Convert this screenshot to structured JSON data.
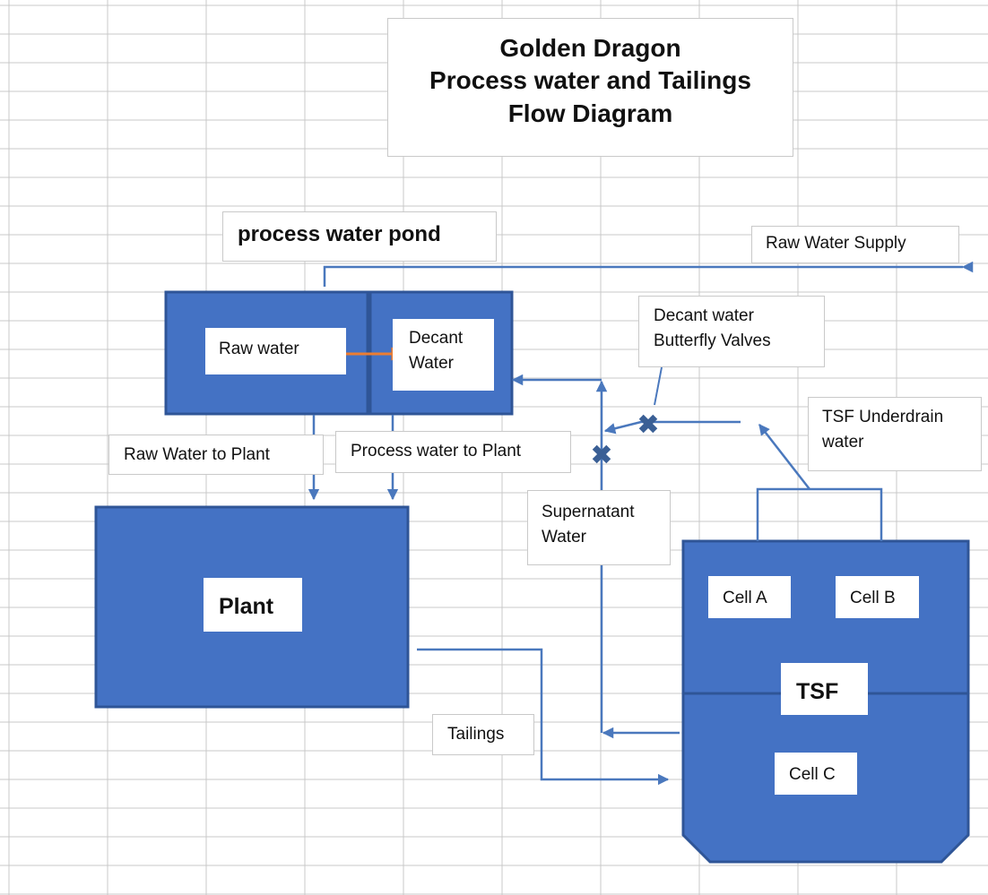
{
  "title": {
    "line1": "Golden Dragon",
    "line2": "Process water and Tailings",
    "line3": "Flow Diagram"
  },
  "labels": {
    "process_water_pond": "process water pond",
    "raw_water_supply": "Raw Water Supply",
    "raw_water": "Raw water",
    "decant_water_line1": "Decant",
    "decant_water_line2": "Water",
    "butterfly_line1": "Decant water",
    "butterfly_line2": "Butterfly Valves",
    "tsf_underdrain_line1": "TSF Underdrain",
    "tsf_underdrain_line2": "water",
    "raw_water_to_plant": "Raw Water to Plant",
    "process_water_to_plant": "Process water to Plant",
    "supernatant_line1": "Supernatant",
    "supernatant_line2": "Water",
    "plant": "Plant",
    "cell_a": "Cell A",
    "cell_b": "Cell B",
    "tsf": "TSF",
    "cell_c": "Cell C",
    "tailings": "Tailings"
  },
  "colors": {
    "tank_fill": "#4472c4",
    "tank_border": "#2f5597",
    "flow_line": "#4a78bd",
    "raw_to_decant_arrow": "#ed7d31",
    "valve": "#3a5f95",
    "grid": "#c8c8c8"
  },
  "icons": {
    "valve": "butterfly-valve-icon"
  }
}
